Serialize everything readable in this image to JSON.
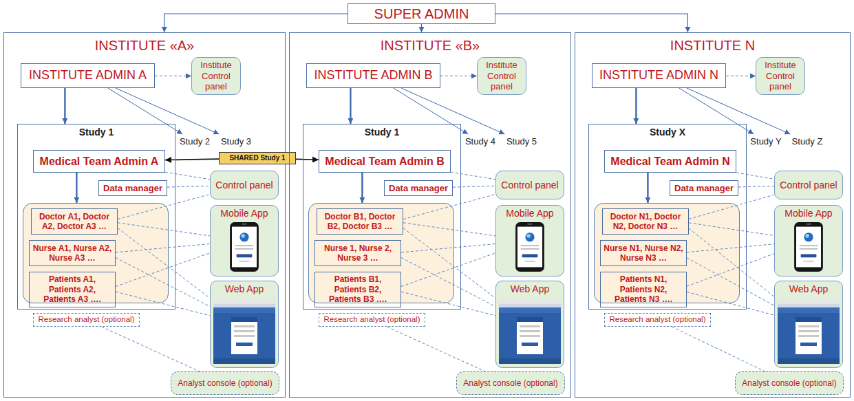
{
  "diagram": {
    "nodes": [
      {
        "text": [
          "SUPER ADMIN"
        ]
      },
      {
        "text": [
          "INSTITUTE «A»"
        ]
      },
      {
        "text": [
          "INSTITUTE ADMIN A"
        ],
        "in": 1
      },
      {
        "text": [
          "Institute Control panel"
        ],
        "in": 1
      },
      {
        "text": [
          "Study 1"
        ],
        "in": 1
      },
      {
        "text": [
          "Study 2"
        ],
        "in": 1
      },
      {
        "text": [
          "Study 3"
        ],
        "in": 1
      },
      {
        "text": [
          "Medical Team Admin A"
        ],
        "in": 4
      },
      {
        "text": [
          "Data manager"
        ],
        "in": 4
      },
      {
        "text": [
          "Control panel"
        ],
        "in": 1
      },
      {
        "text": [],
        "in": 4
      },
      {
        "text": [
          "Doctor A1, Doctor A2, Doctor A3 …"
        ],
        "in": 10
      },
      {
        "text": [
          "Nurse A1, Nurse A2, Nurse A3 …"
        ],
        "in": 10
      },
      {
        "text": [
          "Patients A1, Patients A2, Patients A3 …."
        ],
        "in": 10
      },
      {
        "text": [
          "Mobile App"
        ],
        "in": 1
      },
      {
        "text": [
          "Web App"
        ],
        "in": 1
      },
      {
        "text": [
          "Research analyst (optional)"
        ],
        "in": 1
      },
      {
        "text": [
          "Analyst console (optional)"
        ],
        "in": 1
      },
      {
        "text": [
          "SHARED Study 1"
        ]
      },
      {
        "text": [
          "INSTITUTE «B»"
        ]
      },
      {
        "text": [
          "INSTITUTE ADMIN B"
        ],
        "in": 19
      },
      {
        "text": [
          "Institute Control panel"
        ],
        "in": 19
      },
      {
        "text": [
          "Study 1"
        ],
        "in": 19
      },
      {
        "text": [
          "Study 4"
        ],
        "in": 19
      },
      {
        "text": [
          "Study 5"
        ],
        "in": 19
      },
      {
        "text": [
          "Medical Team Admin B"
        ],
        "in": 22
      },
      {
        "text": [
          "Data manager"
        ],
        "in": 22
      },
      {
        "text": [
          "Control panel"
        ],
        "in": 19
      },
      {
        "text": [],
        "in": 22
      },
      {
        "text": [
          "Doctor B1, Doctor B2, Doctor B3 …"
        ],
        "in": 28
      },
      {
        "text": [
          "Nurse 1, Nurse 2, Nurse 3 …"
        ],
        "in": 28
      },
      {
        "text": [
          "Patients B1, Patients B2, Patients B3 …."
        ],
        "in": 28
      },
      {
        "text": [
          "Mobile App"
        ],
        "in": 19
      },
      {
        "text": [
          "Web App"
        ],
        "in": 19
      },
      {
        "text": [
          "Research analyst (optional)"
        ],
        "in": 19
      },
      {
        "text": [
          "Analyst console (optional)"
        ],
        "in": 19
      },
      {
        "text": [
          "INSTITUTE N"
        ]
      },
      {
        "text": [
          "INSTITUTE ADMIN N"
        ],
        "in": 36
      },
      {
        "text": [
          "Institute Control panel"
        ],
        "in": 36
      },
      {
        "text": [
          "Study X"
        ],
        "in": 36
      },
      {
        "text": [
          "Study Y"
        ],
        "in": 36
      },
      {
        "text": [
          "Study Z"
        ],
        "in": 36
      },
      {
        "text": [
          "Medical Team Admin N"
        ],
        "in": 39
      },
      {
        "text": [
          "Data manager"
        ],
        "in": 39
      },
      {
        "text": [
          "Control panel"
        ],
        "in": 36
      },
      {
        "text": [],
        "in": 39
      },
      {
        "text": [
          "Doctor N1, Doctor N2, Doctor N3 …"
        ],
        "in": 45
      },
      {
        "text": [
          "Nurse N1, Nurse N2, Nurse N3 …"
        ],
        "in": 45
      },
      {
        "text": [
          "Patients N1, Patients N2, Patients N3 …."
        ],
        "in": 45
      },
      {
        "text": [
          "Mobile App"
        ],
        "in": 36
      },
      {
        "text": [
          "Web App"
        ],
        "in": 36
      },
      {
        "text": [
          "Research analyst (optional)"
        ],
        "in": 36
      },
      {
        "text": [
          "Analyst console (optional)"
        ],
        "in": 36
      }
    ],
    "edges": [
      {
        "from": 0,
        "to": 1,
        "arrow": "to"
      },
      {
        "from": 2,
        "to": 3,
        "arrow": "to"
      },
      {
        "from": 2,
        "to": 4,
        "arrow": "to"
      },
      {
        "from": 2,
        "to": 5,
        "arrow": "to"
      },
      {
        "from": 2,
        "to": 6,
        "arrow": "to"
      },
      {
        "from": 7,
        "to": 9,
        "arrow": "none"
      },
      {
        "from": 8,
        "to": 9,
        "arrow": "none"
      },
      {
        "from": 7,
        "to": 10,
        "arrow": "to"
      },
      {
        "from": 11,
        "to": 9,
        "arrow": "none"
      },
      {
        "from": 11,
        "to": 14,
        "arrow": "none"
      },
      {
        "from": 11,
        "to": 15,
        "arrow": "none"
      },
      {
        "from": 12,
        "to": 14,
        "arrow": "none"
      },
      {
        "from": 12,
        "to": 15,
        "arrow": "none"
      },
      {
        "from": 13,
        "to": 14,
        "arrow": "none"
      },
      {
        "from": 13,
        "to": 15,
        "arrow": "none"
      },
      {
        "from": 16,
        "to": 17,
        "arrow": "none"
      },
      {
        "from": 18,
        "to": 7,
        "arrow": "to"
      },
      {
        "from": 18,
        "to": 25,
        "arrow": "to"
      },
      {
        "from": 0,
        "to": 19,
        "arrow": "to"
      },
      {
        "from": 20,
        "to": 21,
        "arrow": "to"
      },
      {
        "from": 20,
        "to": 22,
        "arrow": "to"
      },
      {
        "from": 20,
        "to": 23,
        "arrow": "to"
      },
      {
        "from": 20,
        "to": 24,
        "arrow": "to"
      },
      {
        "from": 25,
        "to": 27,
        "arrow": "none"
      },
      {
        "from": 26,
        "to": 27,
        "arrow": "none"
      },
      {
        "from": 25,
        "to": 28,
        "arrow": "to"
      },
      {
        "from": 29,
        "to": 27,
        "arrow": "none"
      },
      {
        "from": 29,
        "to": 32,
        "arrow": "none"
      },
      {
        "from": 29,
        "to": 33,
        "arrow": "none"
      },
      {
        "from": 30,
        "to": 32,
        "arrow": "none"
      },
      {
        "from": 30,
        "to": 33,
        "arrow": "none"
      },
      {
        "from": 31,
        "to": 32,
        "arrow": "none"
      },
      {
        "from": 31,
        "to": 33,
        "arrow": "none"
      },
      {
        "from": 34,
        "to": 35,
        "arrow": "none"
      },
      {
        "from": 0,
        "to": 36,
        "arrow": "to"
      },
      {
        "from": 37,
        "to": 38,
        "arrow": "to"
      },
      {
        "from": 37,
        "to": 39,
        "arrow": "to"
      },
      {
        "from": 37,
        "to": 40,
        "arrow": "to"
      },
      {
        "from": 37,
        "to": 41,
        "arrow": "to"
      },
      {
        "from": 42,
        "to": 44,
        "arrow": "none"
      },
      {
        "from": 43,
        "to": 44,
        "arrow": "none"
      },
      {
        "from": 42,
        "to": 45,
        "arrow": "to"
      },
      {
        "from": 46,
        "to": 44,
        "arrow": "none"
      },
      {
        "from": 46,
        "to": 49,
        "arrow": "none"
      },
      {
        "from": 46,
        "to": 50,
        "arrow": "none"
      },
      {
        "from": 47,
        "to": 49,
        "arrow": "none"
      },
      {
        "from": 47,
        "to": 50,
        "arrow": "none"
      },
      {
        "from": 48,
        "to": 49,
        "arrow": "none"
      },
      {
        "from": 48,
        "to": 50,
        "arrow": "none"
      },
      {
        "from": 51,
        "to": 52,
        "arrow": "none"
      }
    ]
  }
}
